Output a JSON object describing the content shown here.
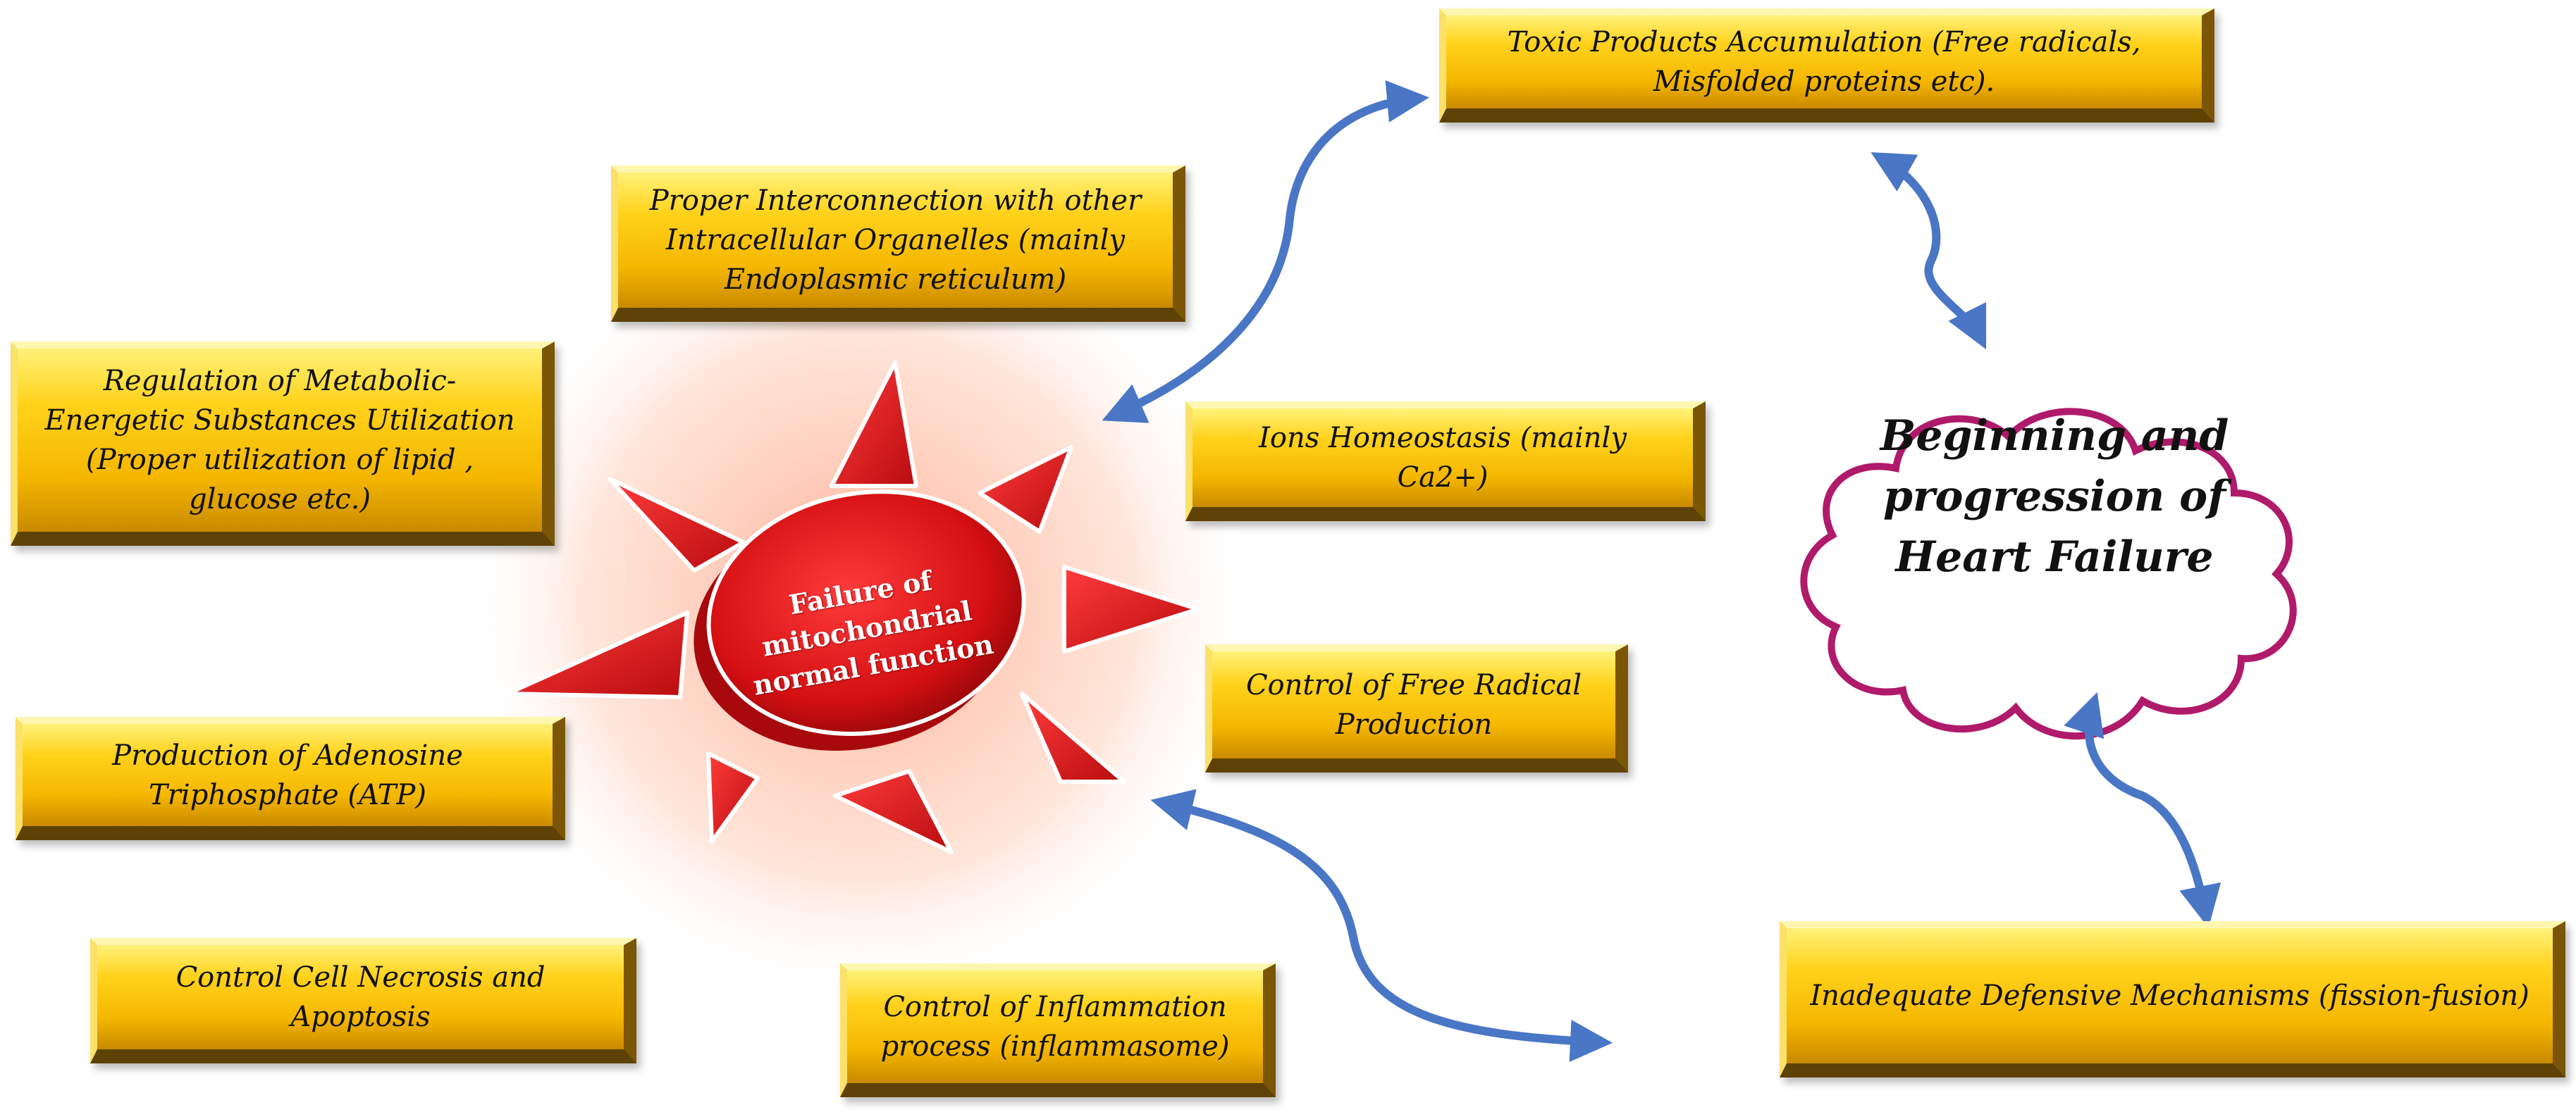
{
  "diagram": {
    "center_label": "Failure of mitochondrial normal function",
    "outcome_label": "Beginning and progression of Heart Failure",
    "functions": [
      "Proper Interconnection with other Intracellular Organelles (mainly Endoplasmic reticulum)",
      "Regulation of Metabolic-Energetic Substances Utilization (Proper utilization of lipid , glucose etc.)",
      "Ions Homeostasis (mainly Ca2+)",
      "Control of Free Radical Production",
      "Production of Adenosine Triphosphate (ATP)",
      "Control Cell Necrosis and Apoptosis",
      "Control of Inflammation process (inflammasome)"
    ],
    "consequences": [
      "Toxic Products Accumulation (Free radicals, Misfolded proteins etc).",
      "Inadequate Defensive Mechanisms (fission-fusion)"
    ],
    "colors": {
      "box_fill": "#f5b700",
      "sun_red": "#e0181b",
      "arrow_blue": "#4a76c6",
      "cloud_outline": "#b01a6b"
    }
  }
}
